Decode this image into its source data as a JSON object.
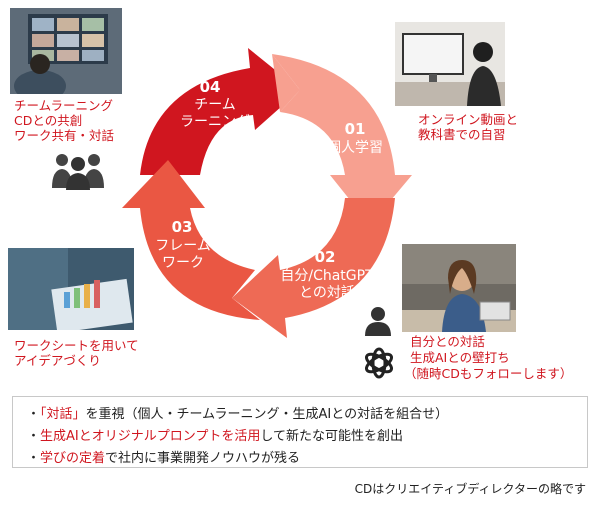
{
  "cycle": {
    "segments": [
      {
        "number": "01",
        "label": "個人学習",
        "color": "#f47a66"
      },
      {
        "number": "02",
        "label": "自分/ChatGPT\nとの対話",
        "color": "#ec5c4a"
      },
      {
        "number": "03",
        "label": "フレーム\nワーク",
        "color": "#e8533f"
      },
      {
        "number": "04",
        "label": "チーム\nラーニング",
        "color": "#d0161f"
      }
    ]
  },
  "captions": {
    "top_left": "チームラーニング\nCDとの共創\nワーク共有・対話",
    "top_right": "オンライン動画と\n教科書での自習",
    "bottom_left": "ワークシートを用いて\nアイデアづくり",
    "bottom_right_1": "自分との対話",
    "bottom_right_2": "生成AIとの壁打ち",
    "bottom_right_3": "（随時CDもフォローします）"
  },
  "bullets": [
    {
      "prefix": "・",
      "highlight": "「対話」",
      "rest": "を重視（個人・チームラーニング・生成AIとの対話を組合せ）"
    },
    {
      "prefix": "・",
      "highlight": "生成AIとオリジナルプロンプトを活用",
      "rest": "して新たな可能性を創出"
    },
    {
      "prefix": "・",
      "highlight": "学びの定着",
      "rest": "で社内に事業開発ノウハウが残る"
    }
  ],
  "footnote": "CDはクリエイティブディレクターの略です",
  "icons": [
    "group-people-icon",
    "person-icon",
    "openai-logo-icon"
  ]
}
